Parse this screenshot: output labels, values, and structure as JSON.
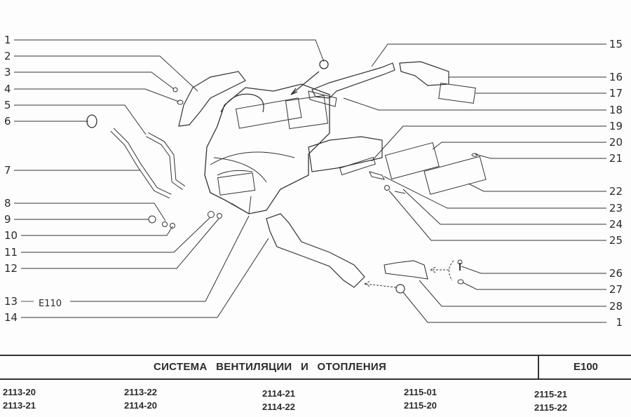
{
  "title": "СИСТЕМА  ВЕНТИЛЯЦИИ  И  ОТОПЛЕНИЯ",
  "section_code": "E100",
  "callouts_left": [
    "1",
    "2",
    "3",
    "4",
    "5",
    "6",
    "7",
    "8",
    "9",
    "10",
    "11",
    "12",
    "13",
    "14"
  ],
  "callouts_right": [
    "15",
    "16",
    "17",
    "18",
    "19",
    "20",
    "21",
    "22",
    "23",
    "24",
    "25",
    "26",
    "27",
    "28",
    "1"
  ],
  "cross_reference": "E110",
  "models": [
    [
      "2113-20",
      "2113-21"
    ],
    [
      "2113-22",
      "2114-20"
    ],
    [
      "2114-21",
      "2114-22"
    ],
    [
      "2115-01",
      "2115-20"
    ],
    [
      "2115-21",
      "2115-22"
    ]
  ],
  "colors": {
    "line": "#2a2a2a",
    "background": "#fcfdfc"
  }
}
